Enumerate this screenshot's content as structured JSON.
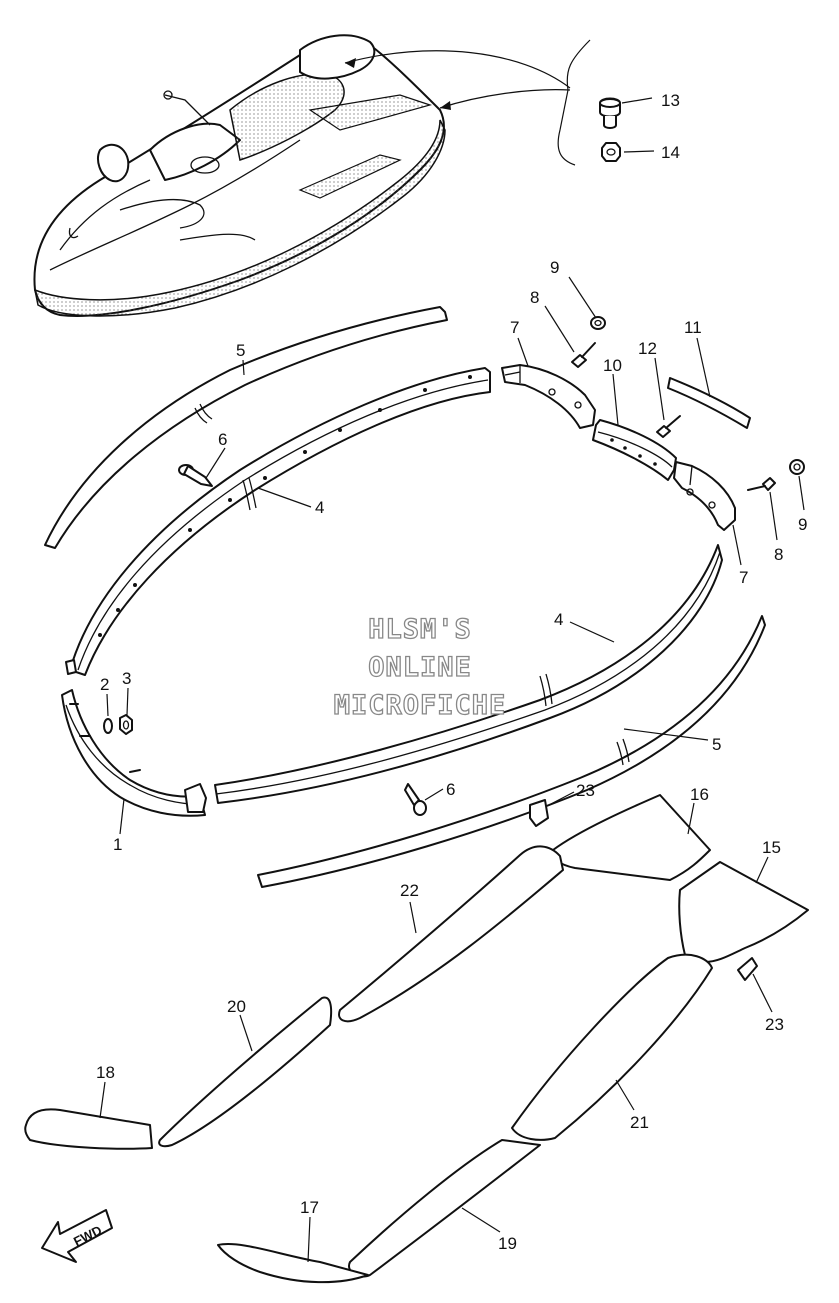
{
  "watermark": {
    "line1": "HLSM'S",
    "line2": "ONLINE",
    "line3": "MICROFICHE"
  },
  "fwd_label": "FWD",
  "callouts": [
    {
      "id": "c13",
      "label": "13"
    },
    {
      "id": "c14",
      "label": "14"
    },
    {
      "id": "c9a",
      "label": "9"
    },
    {
      "id": "c8a",
      "label": "8"
    },
    {
      "id": "c7a",
      "label": "7"
    },
    {
      "id": "c11",
      "label": "11"
    },
    {
      "id": "c12",
      "label": "12"
    },
    {
      "id": "c10",
      "label": "10"
    },
    {
      "id": "c5a",
      "label": "5"
    },
    {
      "id": "c6a",
      "label": "6"
    },
    {
      "id": "c4a",
      "label": "4"
    },
    {
      "id": "c9b",
      "label": "9"
    },
    {
      "id": "c8b",
      "label": "8"
    },
    {
      "id": "c7b",
      "label": "7"
    },
    {
      "id": "c4b",
      "label": "4"
    },
    {
      "id": "c2",
      "label": "2"
    },
    {
      "id": "c3",
      "label": "3"
    },
    {
      "id": "c5b",
      "label": "5"
    },
    {
      "id": "c6b",
      "label": "6"
    },
    {
      "id": "c1",
      "label": "1"
    },
    {
      "id": "c23a",
      "label": "23"
    },
    {
      "id": "c16",
      "label": "16"
    },
    {
      "id": "c15",
      "label": "15"
    },
    {
      "id": "c22",
      "label": "22"
    },
    {
      "id": "c23b",
      "label": "23"
    },
    {
      "id": "c20",
      "label": "20"
    },
    {
      "id": "c21",
      "label": "21"
    },
    {
      "id": "c18",
      "label": "18"
    },
    {
      "id": "c17",
      "label": "17"
    },
    {
      "id": "c19",
      "label": "19"
    }
  ]
}
